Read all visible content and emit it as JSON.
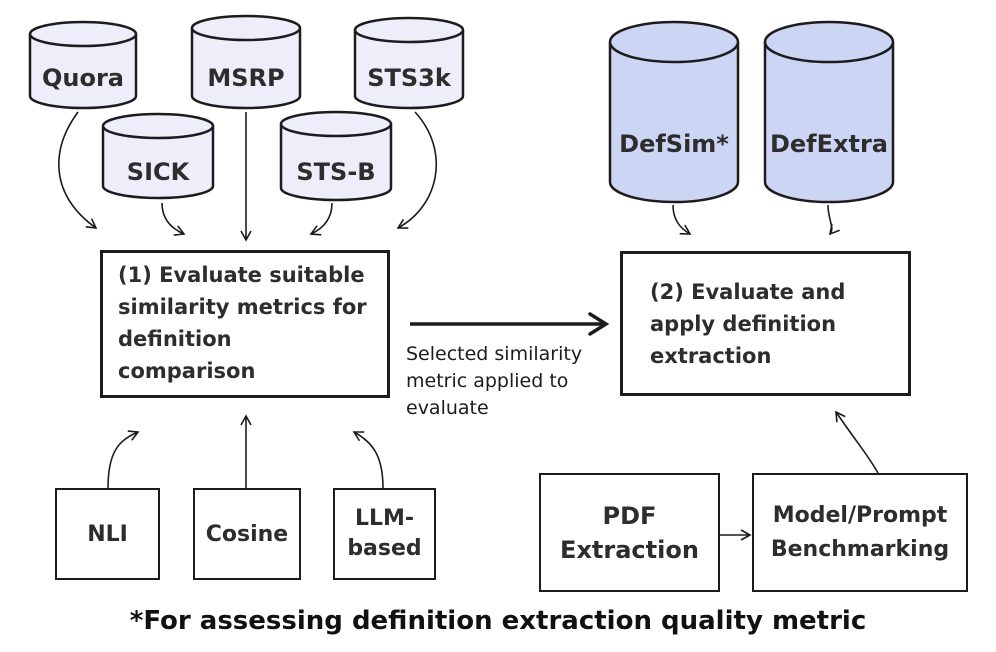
{
  "datasets_top_left": {
    "quora": "Quora",
    "msrp": "MSRP",
    "sts3k": "STS3k",
    "sick": "SICK",
    "sts_b": "STS-B"
  },
  "datasets_top_right": {
    "defsim": "DefSim*",
    "defextra": "DefExtra"
  },
  "step1": {
    "line1": "(1) Evaluate suitable",
    "line2": "similarity metrics for",
    "line3": "definition",
    "line4": "comparison"
  },
  "step2": {
    "line1": "(2) Evaluate and",
    "line2": "apply definition",
    "line3": "extraction"
  },
  "connector": {
    "line1": "Selected similarity",
    "line2": "metric applied to",
    "line3": "evaluate"
  },
  "metrics": {
    "nli": "NLI",
    "cosine": "Cosine",
    "llm_line1": "LLM-",
    "llm_line2": "based"
  },
  "pipeline": {
    "pdf_line1": "PDF",
    "pdf_line2": "Extraction",
    "model_line1": "Model/Prompt",
    "model_line2": "Benchmarking"
  },
  "footnote": "*For assessing definition extraction quality metric",
  "colors": {
    "left_db_fill": "#eeeefb",
    "right_db_fill": "#cdd5f5",
    "stroke": "#1c1c1c"
  }
}
